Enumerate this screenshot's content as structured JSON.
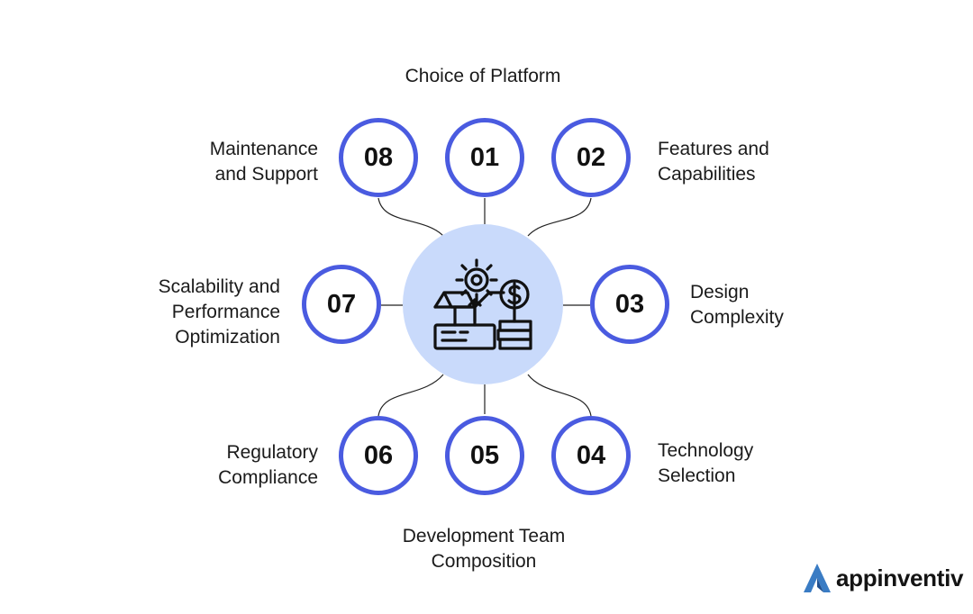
{
  "diagram": {
    "hub_icon": "product-box-gear-dollar-icon",
    "items": [
      {
        "number": "01",
        "lines": [
          "Choice of Platform"
        ]
      },
      {
        "number": "02",
        "lines": [
          "Features and",
          "Capabilities"
        ]
      },
      {
        "number": "03",
        "lines": [
          "Design",
          "Complexity"
        ]
      },
      {
        "number": "04",
        "lines": [
          "Technology",
          "Selection"
        ]
      },
      {
        "number": "05",
        "lines": [
          "Development Team",
          "Composition"
        ]
      },
      {
        "number": "06",
        "lines": [
          "Regulatory",
          "Compliance"
        ]
      },
      {
        "number": "07",
        "lines": [
          "Scalability and",
          "Performance",
          "Optimization"
        ]
      },
      {
        "number": "08",
        "lines": [
          "Maintenance",
          "and Support"
        ]
      }
    ]
  },
  "brand": {
    "name": "appinventiv",
    "logo_icon": "appinventiv-logo-icon"
  },
  "colors": {
    "ring": "#4a5be0",
    "hub": "#c9dafb",
    "text": "#1b1b1b",
    "logo": "#3a7cc4"
  }
}
